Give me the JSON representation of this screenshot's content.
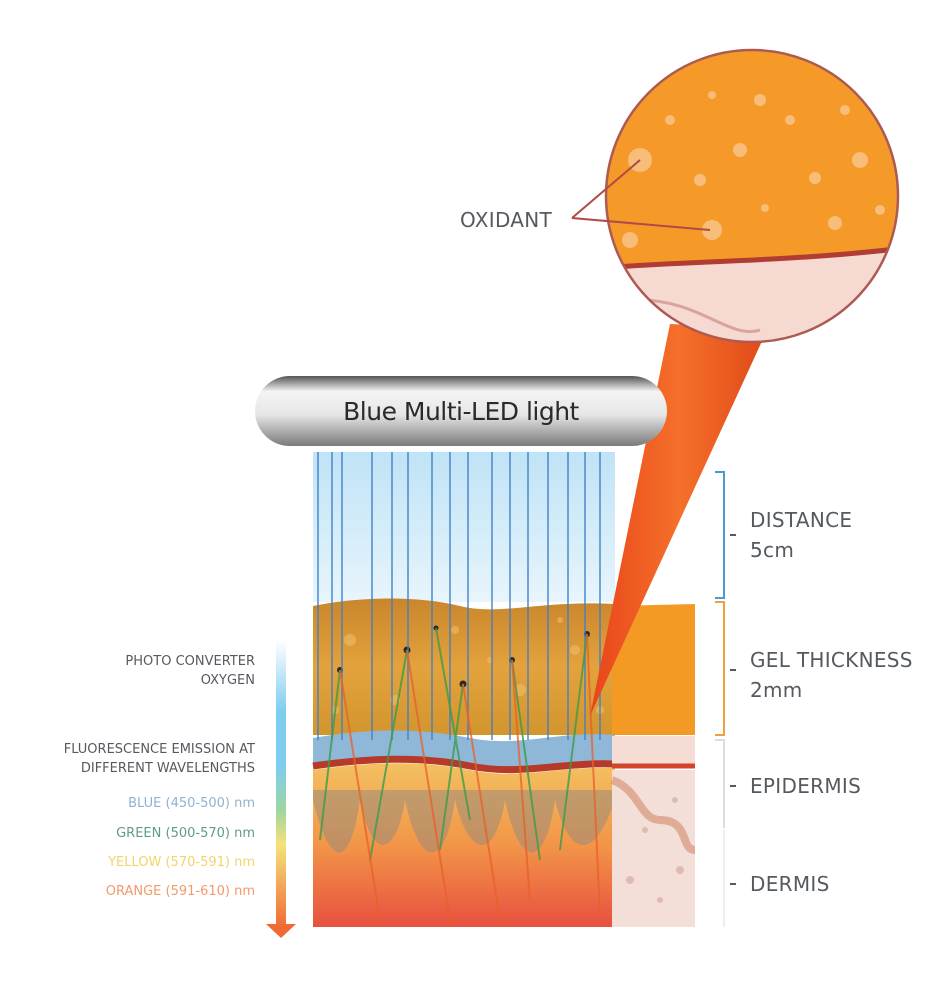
{
  "device": {
    "label": "Blue Multi-LED light"
  },
  "callout": {
    "label": "OXIDANT"
  },
  "layers": {
    "distance": {
      "name": "DISTANCE",
      "value": "5cm"
    },
    "gel": {
      "name": "GEL THICKNESS",
      "value": "2mm"
    },
    "epidermis": {
      "name": "EPIDERMIS"
    },
    "dermis": {
      "name": "DERMIS"
    }
  },
  "legend": {
    "photo_converter": "PHOTO CONVERTER",
    "oxygen": "OXYGEN",
    "fluorescence_1": "FLUORESCENCE EMISSION AT",
    "fluorescence_2": "DIFFERENT WAVELENGTHS",
    "wavelengths": [
      {
        "label": "BLUE (450-500) nm",
        "color": "#8fb3d3"
      },
      {
        "label": "GREEN (500-570) nm",
        "color": "#5f9c8c"
      },
      {
        "label": "YELLOW (570-591) nm",
        "color": "#f3d36a"
      },
      {
        "label": "ORANGE (591-610) nm",
        "color": "#f29a6a"
      }
    ]
  },
  "colors": {
    "gel": "#e9a23a",
    "beam": "#ee5a1c",
    "led_lines": "#4a8fd0",
    "bracket_blue": "#4a9bd0",
    "bracket_orange": "#f0a040"
  }
}
